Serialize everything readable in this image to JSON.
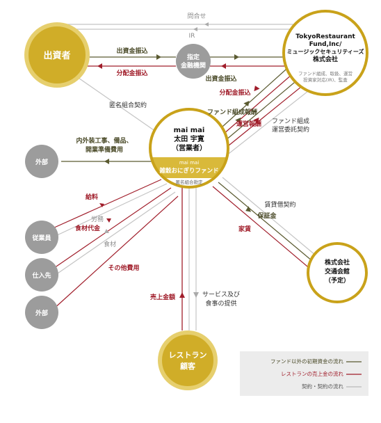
{
  "nodes": {
    "investor": "出資者",
    "bank_line1": "指定",
    "bank_line2": "金融機関",
    "fund_line1": "TokyoRestaurant",
    "fund_line2": "Fund,Inc/",
    "fund_line3": "ミュージックセキュリティーズ",
    "fund_line4": "株式会社",
    "fund_note_line1": "ファンド組成、取扱、運営",
    "fund_note_line2": "投資家対応(IR)、監査",
    "center_line1": "mai mai",
    "center_line2": "太田 宇寛",
    "center_line3": "（営業者）",
    "center_band_line1": "mai mai",
    "center_band_line2": "雑穀おにぎりファンド",
    "center_note": "匿名組合勘定",
    "ext1": "外部",
    "employee": "従業員",
    "supplier": "仕入先",
    "ext2": "外部",
    "landlord_line1": "株式会社",
    "landlord_line2": "交通会館",
    "landlord_line3": "（予定）",
    "customer_line1": "レストラン",
    "customer_line2": "顧客"
  },
  "flows": {
    "inquiry": "問合せ",
    "ir": "IR",
    "investment_in_1": "出資金振込",
    "distribution_out_1": "分配金振込",
    "investment_in_2": "出資金振込",
    "distribution_out_2": "分配金振込",
    "anonymous_contract": "匿名組合契約",
    "fund_fee": "ファンド組成報酬",
    "operation_fee": "運営報酬",
    "fund_contract_line1": "ファンド組成",
    "fund_contract_line2": "運営委託契約",
    "construction_line1": "内外装工事、備品、",
    "construction_line2": "開業準備費用",
    "lease_contract": "賃貸借契約",
    "deposit": "保証金",
    "rent": "家賃",
    "salary": "給料",
    "labor": "労務",
    "food_cost": "食材代金",
    "food": "食材",
    "other_costs": "その他費用",
    "sales": "売上金額",
    "service_line1": "サービス及び",
    "service_line2": "食事の提供"
  },
  "legend": {
    "initial_funds": "ファンド以外の初期資金の流れ",
    "sales_flow": "レストランの売上金の流れ",
    "contract_flow": "契約・契約の流れ"
  },
  "colors": {
    "gold": "#c9a21a",
    "gold_light": "#d9b93a",
    "gray_node": "#9c9c9c",
    "olive": "#5a5a30",
    "red": "#a01d2a",
    "line_gray": "#b8b8b8"
  }
}
